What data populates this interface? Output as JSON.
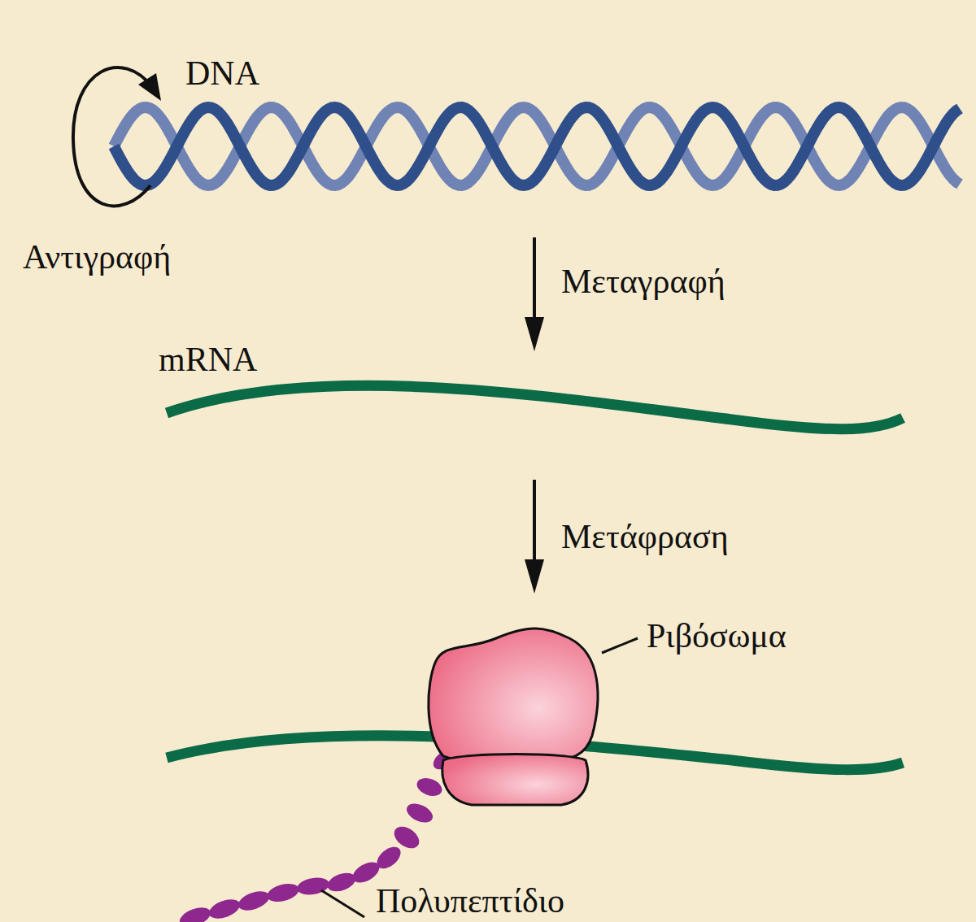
{
  "diagram": {
    "labels": [
      "DNA",
      "Αντιγραφή",
      "Μεταγραφή",
      "mRNA",
      "Μετάφραση",
      "Ριβόσωμα",
      "Πολυπεπτίδιο"
    ]
  }
}
